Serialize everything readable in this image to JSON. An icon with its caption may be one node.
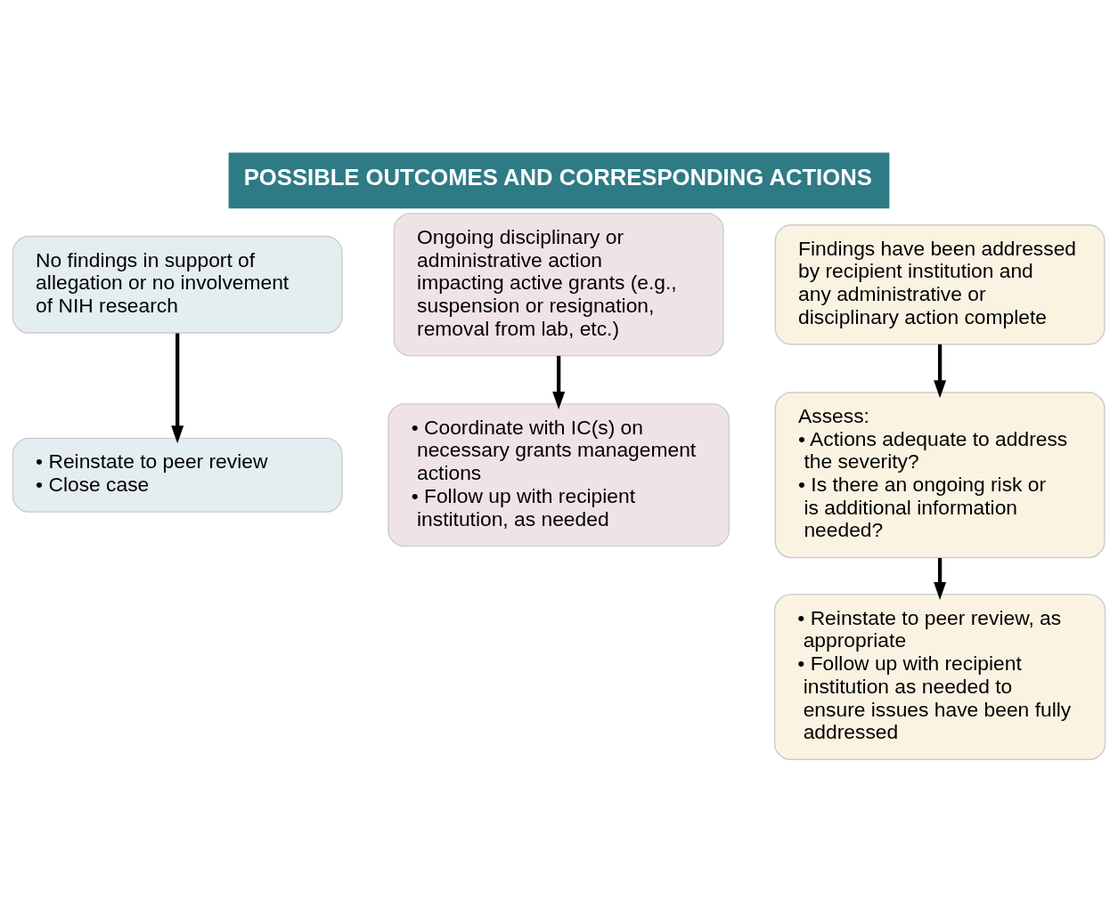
{
  "diagram": {
    "title": "POSSIBLE OUTCOMES AND CORRESPONDING ACTIONS",
    "nodes": [
      {
        "text": [
          "No findings in support of allegation or no involvement of NIH research"
        ]
      },
      {
        "text": [
          "• Reinstate to peer review",
          "• Close case"
        ]
      },
      {
        "text": [
          "Ongoing disciplinary or administrative action impacting active grants (e.g., suspension or resignation, removal from lab, etc.)"
        ]
      },
      {
        "text": [
          "• Coordinate with IC(s) on necessary grants management actions",
          "• Follow up with recipient institution, as needed"
        ]
      },
      {
        "text": [
          "Findings have been addressed by recipient institution and any administrative or disciplinary action complete"
        ]
      },
      {
        "text": [
          "Assess:",
          "• Actions adequate to address the severity?",
          "• Is there an ongoing risk or is additional information needed?"
        ]
      },
      {
        "text": [
          "• Reinstate to peer review, as appropriate",
          "• Follow up with recipient institution as needed to ensure issues have been fully addressed"
        ]
      }
    ],
    "edges": [
      {
        "from": 0,
        "to": 1,
        "arrow": "to"
      },
      {
        "from": 2,
        "to": 3,
        "arrow": "to"
      },
      {
        "from": 4,
        "to": 5,
        "arrow": "to"
      },
      {
        "from": 5,
        "to": 6,
        "arrow": "to"
      }
    ]
  }
}
